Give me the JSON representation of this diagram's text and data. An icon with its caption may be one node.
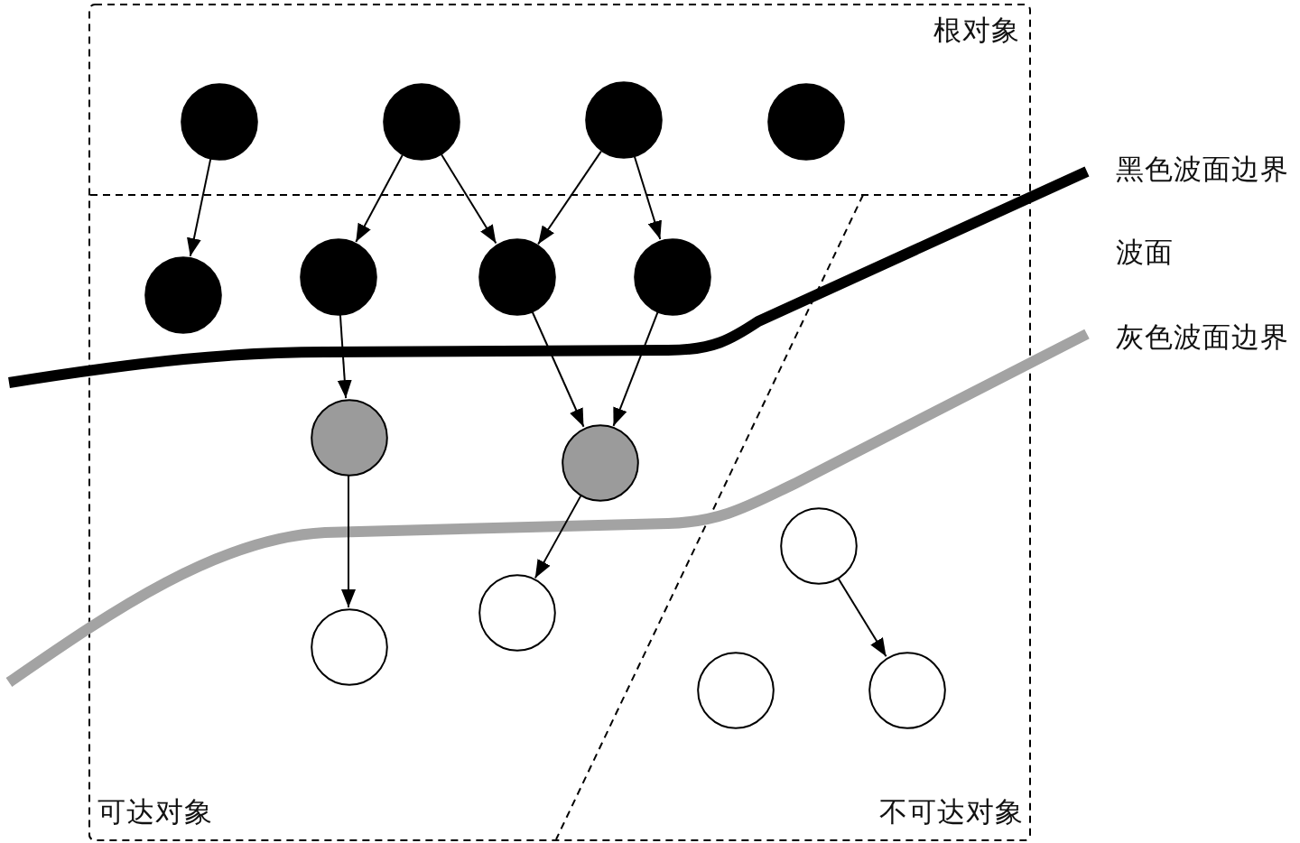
{
  "diagram": {
    "nodes": [
      {
        "text": [],
        "shape": "circle"
      },
      {
        "text": [],
        "shape": "circle"
      },
      {
        "text": [],
        "shape": "circle"
      },
      {
        "text": [],
        "shape": "circle"
      },
      {
        "text": [],
        "shape": "circle"
      },
      {
        "text": [],
        "shape": "circle"
      },
      {
        "text": [],
        "shape": "circle"
      },
      {
        "text": [],
        "shape": "circle"
      },
      {
        "text": [],
        "shape": "circle"
      },
      {
        "text": [],
        "shape": "circle"
      },
      {
        "text": [],
        "shape": "circle"
      },
      {
        "text": [],
        "shape": "circle"
      },
      {
        "text": [],
        "shape": "circle"
      },
      {
        "text": [],
        "shape": "circle"
      },
      {
        "text": [],
        "shape": "circle"
      }
    ],
    "edges": [
      {
        "from": 0,
        "to": 4,
        "arrow": "to"
      },
      {
        "from": 1,
        "to": 5,
        "arrow": "to"
      },
      {
        "from": 1,
        "to": 6,
        "arrow": "to"
      },
      {
        "from": 2,
        "to": 6,
        "arrow": "to"
      },
      {
        "from": 2,
        "to": 7,
        "arrow": "to"
      },
      {
        "from": 5,
        "to": 8,
        "arrow": "to"
      },
      {
        "from": 6,
        "to": 9,
        "arrow": "to"
      },
      {
        "from": 7,
        "to": 9,
        "arrow": "to"
      },
      {
        "from": 8,
        "to": 10,
        "arrow": "to"
      },
      {
        "from": 9,
        "to": 11,
        "arrow": "to"
      },
      {
        "from": 12,
        "to": 14,
        "arrow": "to"
      }
    ],
    "labels": [
      "根对象",
      "黑色波面边界",
      "波面",
      "灰色波面边界",
      "可达对象",
      "不可达对象"
    ]
  }
}
